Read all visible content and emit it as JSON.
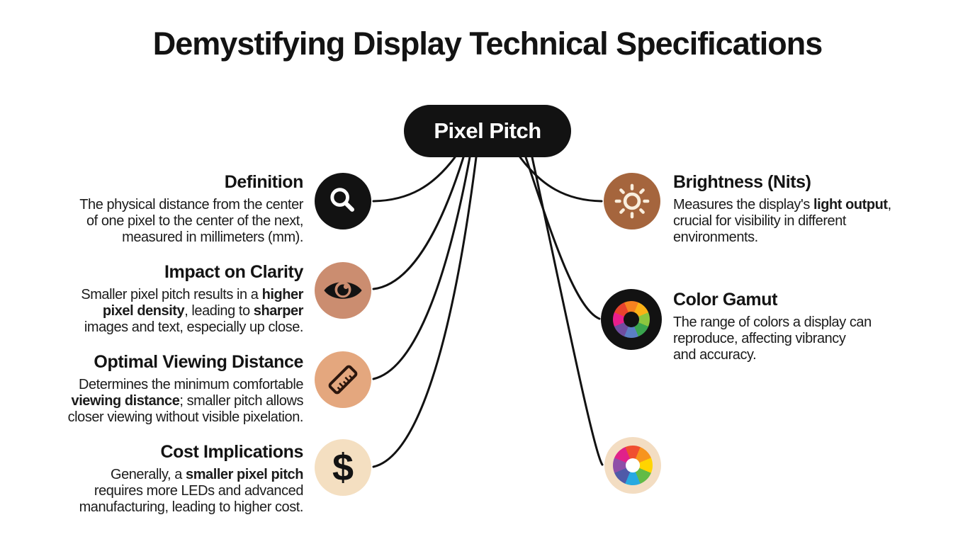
{
  "title": "Demystifying Display Technical Specifications",
  "center_node": {
    "label": "Pixel Pitch",
    "bg": "#121212",
    "text_color": "#ffffff"
  },
  "connectors": {
    "color": "#121212",
    "count": 7
  },
  "left_sections": [
    {
      "heading": "Definition",
      "icon": "magnifier-icon",
      "icon_bg": "#121212",
      "glyph_color": "#ffffff",
      "body": [
        [
          {
            "t": "The physical distance from the center",
            "b": false
          }
        ],
        [
          {
            "t": "of one pixel to the center of the next,",
            "b": false
          }
        ],
        [
          {
            "t": "measured in millimeters (mm).",
            "b": false
          }
        ]
      ]
    },
    {
      "heading": "Impact on Clarity",
      "icon": "eye-icon",
      "icon_bg": "#cb8d70",
      "glyph_color": "#131313",
      "body": [
        [
          {
            "t": "Smaller pixel pitch results in a ",
            "b": false
          },
          {
            "t": "higher",
            "b": true
          }
        ],
        [
          {
            "t": "pixel density",
            "b": true
          },
          {
            "t": ", leading to ",
            "b": false
          },
          {
            "t": "sharper",
            "b": true
          }
        ],
        [
          {
            "t": "images and text, especially up close.",
            "b": false
          }
        ]
      ]
    },
    {
      "heading": "Optimal Viewing Distance",
      "icon": "ruler-icon",
      "icon_bg": "#e4a77e",
      "glyph_color": "#2b160d",
      "body": [
        [
          {
            "t": "Determines the minimum comfortable",
            "b": false
          }
        ],
        [
          {
            "t": "viewing distance",
            "b": true
          },
          {
            "t": "; smaller pitch allows",
            "b": false
          }
        ],
        [
          {
            "t": "closer viewing without visible pixelation.",
            "b": false
          }
        ]
      ]
    },
    {
      "heading": "Cost Implications",
      "icon": "dollar-icon",
      "icon_bg": "#f4dfc1",
      "icon_glyph": "$",
      "glyph_color": "#131313",
      "body": [
        [
          {
            "t": "Generally, a ",
            "b": false
          },
          {
            "t": "smaller pixel pitch",
            "b": true
          }
        ],
        [
          {
            "t": "requires more LEDs and advanced",
            "b": false
          }
        ],
        [
          {
            "t": "manufacturing, leading to higher cost.",
            "b": false
          }
        ]
      ]
    }
  ],
  "right_sections": [
    {
      "heading": "Brightness (Nits)",
      "icon": "sun-icon",
      "icon_bg": "#a5653d",
      "glyph_color": "#f9eedd",
      "body": [
        [
          {
            "t": "Measures the display's ",
            "b": false
          },
          {
            "t": "light output",
            "b": true
          },
          {
            "t": ",",
            "b": false
          }
        ],
        [
          {
            "t": "crucial for visibility in different",
            "b": false
          }
        ],
        [
          {
            "t": "environments.",
            "b": false
          }
        ]
      ]
    },
    {
      "heading": "Color Gamut",
      "icon": "color-gamut-wheel-icon",
      "icon_bg": "#121212",
      "hole_color": "#121212",
      "wheel_colors": [
        "#f58220",
        "#fbb216",
        "#8cc63e",
        "#3aa54e",
        "#5b7fc4",
        "#6f4da0",
        "#e91e8c",
        "#e8432d"
      ],
      "body": [
        [
          {
            "t": "The range of colors a display can",
            "b": false
          }
        ],
        [
          {
            "t": "reproduce, affecting vibrancy",
            "b": false
          }
        ],
        [
          {
            "t": "and accuracy.",
            "b": false
          }
        ]
      ]
    },
    {
      "icon": "color-wheel-icon",
      "icon_bg": "#f3ddc2",
      "hole_color": "#ffffff",
      "wheel_colors": [
        "#f04e30",
        "#f7941e",
        "#ffd400",
        "#62bb46",
        "#27a9e1",
        "#4f5aa8",
        "#8e4fa8",
        "#e0218a"
      ]
    }
  ]
}
